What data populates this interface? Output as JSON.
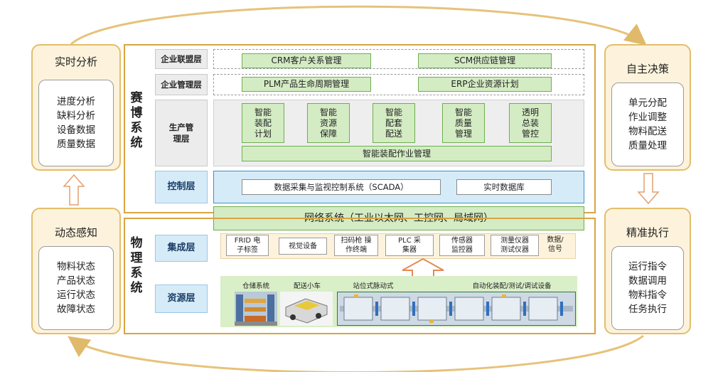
{
  "left_top": {
    "title": "实时分析",
    "items": [
      "进度分析",
      "缺料分析",
      "设备数据",
      "质量数据"
    ]
  },
  "left_bottom": {
    "title": "动态感知",
    "items": [
      "物料状态",
      "产品状态",
      "运行状态",
      "故障状态"
    ]
  },
  "right_top": {
    "title": "自主决策",
    "items": [
      "单元分配",
      "作业调整",
      "物料配送",
      "质量处理"
    ]
  },
  "right_bottom": {
    "title": "精准执行",
    "items": [
      "运行指令",
      "数据调用",
      "物料指令",
      "任务执行"
    ]
  },
  "cyber": {
    "title": "赛博系统",
    "layers": {
      "alliance": {
        "label": "企业联盟层",
        "items": [
          "CRM客户关系管理",
          "SCM供应链管理"
        ]
      },
      "management": {
        "label": "企业管理层",
        "items": [
          "PLM产品生命周期管理",
          "ERP企业资源计划"
        ]
      },
      "production": {
        "label": "生产管理层",
        "items": [
          "智能装配计划",
          "智能资源保障",
          "智能配套配送",
          "智能质量管理",
          "透明总装管控"
        ],
        "bottom": "智能装配作业管理"
      },
      "control": {
        "label": "控制层",
        "items": [
          "数据采集与监视控制系统（SCADA）",
          "实时数据库"
        ]
      }
    }
  },
  "network": "网络系统（工业以太网、工控网、局域网）",
  "physical": {
    "title": "物理系统",
    "integration": {
      "label": "集成层",
      "items": [
        "FRID 电子标签",
        "视觉设备",
        "扫码枪 操作终端",
        "PLC 采集器",
        "传感器 监控器",
        "测量仪器 测试仪器",
        "数据/ 信号"
      ]
    },
    "resource": {
      "label": "资源层",
      "captions": [
        "仓储系统",
        "配送小车",
        "站位式脉动式",
        "自动化装配/测试/调试设备"
      ]
    }
  }
}
